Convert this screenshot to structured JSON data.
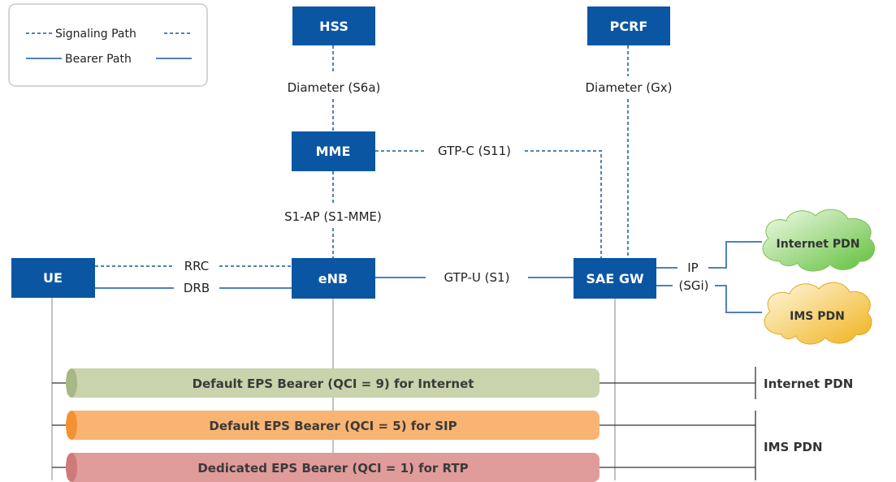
{
  "legend": {
    "signaling": "Signaling Path",
    "bearer": "Bearer Path"
  },
  "nodes": {
    "hss": "HSS",
    "pcrf": "PCRF",
    "mme": "MME",
    "ue": "UE",
    "enb": "eNB",
    "saegw": "SAE GW"
  },
  "interfaces": {
    "s6a": "Diameter (S6a)",
    "gx": "Diameter (Gx)",
    "s11": "GTP-C (S11)",
    "s1mme": "S1-AP (S1-MME)",
    "rrc": "RRC",
    "drb": "DRB",
    "s1u": "GTP-U (S1)",
    "sgi_ip": "IP",
    "sgi": "(SGi)"
  },
  "clouds": {
    "internet": "Internet PDN",
    "ims": "IMS PDN"
  },
  "bearers": [
    {
      "label": "Default EPS Bearer (QCI = 9) for Internet",
      "qci": 9,
      "color": "#c9d3ac"
    },
    {
      "label": "Default EPS Bearer (QCI = 5) for SIP",
      "qci": 5,
      "color": "#f9b473"
    },
    {
      "label": "Dedicated EPS Bearer (QCI = 1) for RTP",
      "qci": 1,
      "color": "#df9c9a"
    }
  ],
  "pdn_labels": {
    "internet": "Internet PDN",
    "ims": "IMS PDN"
  },
  "colors": {
    "node_fill": "#0b56a3",
    "signaling": "#4f81bd",
    "internet_cloud": "#8fd06b",
    "ims_cloud": "#f3c13a"
  }
}
